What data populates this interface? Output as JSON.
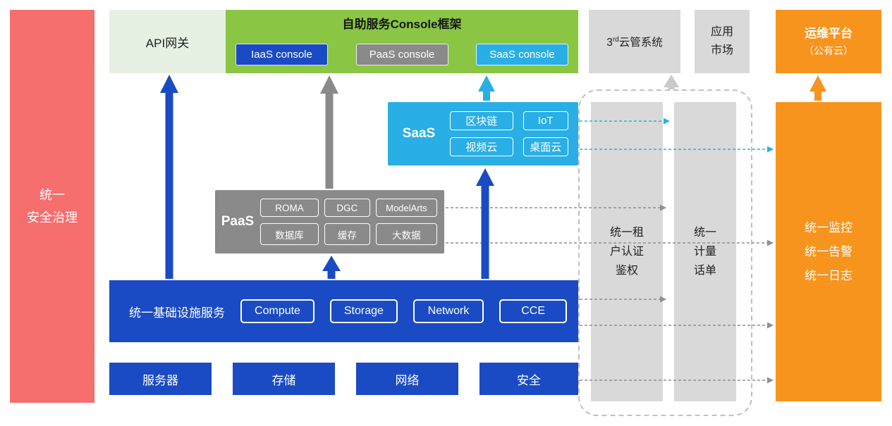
{
  "colors": {
    "red": "#F66E6E",
    "light_green": "#E6F1E3",
    "green": "#8AC544",
    "blue": "#1A4BC4",
    "gray": "#8A8A8A",
    "light_gray": "#D9D9D9",
    "cyan": "#29AFE6",
    "orange": "#F7941E"
  },
  "security_bar": {
    "line1": "统一",
    "line2": "安全治理"
  },
  "api_gateway": {
    "label": "API网关"
  },
  "console_frame": {
    "title": "自助服务Console框架",
    "consoles": [
      {
        "label": "IaaS console"
      },
      {
        "label": "PaaS console"
      },
      {
        "label": "SaaS console"
      }
    ]
  },
  "third_party_cloud": {
    "base": "3",
    "sup": "rd",
    "rest": "云管系统"
  },
  "app_market": {
    "line1": "应用",
    "line2": "市场"
  },
  "om_platform": {
    "line1": "运维平台",
    "line2": "（公有云）"
  },
  "saas": {
    "label": "SaaS",
    "items": [
      "区块链",
      "IoT",
      "视频云",
      "桌面云"
    ]
  },
  "paas": {
    "label": "PaaS",
    "row1": [
      "ROMA",
      "DGC",
      "ModelArts"
    ],
    "row2": [
      "数据库",
      "缓存",
      "大数据"
    ]
  },
  "infrastructure": {
    "label": "统一基础设施服务",
    "items": [
      "Compute",
      "Storage",
      "Network",
      "CCE"
    ]
  },
  "hardware": {
    "items": [
      "服务器",
      "存储",
      "网络",
      "安全"
    ]
  },
  "auth_bar": {
    "line1": "统一租",
    "line2": "户认证",
    "line3": "鉴权"
  },
  "metering_bar": {
    "line1": "统一",
    "line2": "计量",
    "line3": "话单"
  },
  "monitoring_bar": {
    "line1": "统一监控",
    "line2": "统一告警",
    "line3": "统一日志"
  }
}
